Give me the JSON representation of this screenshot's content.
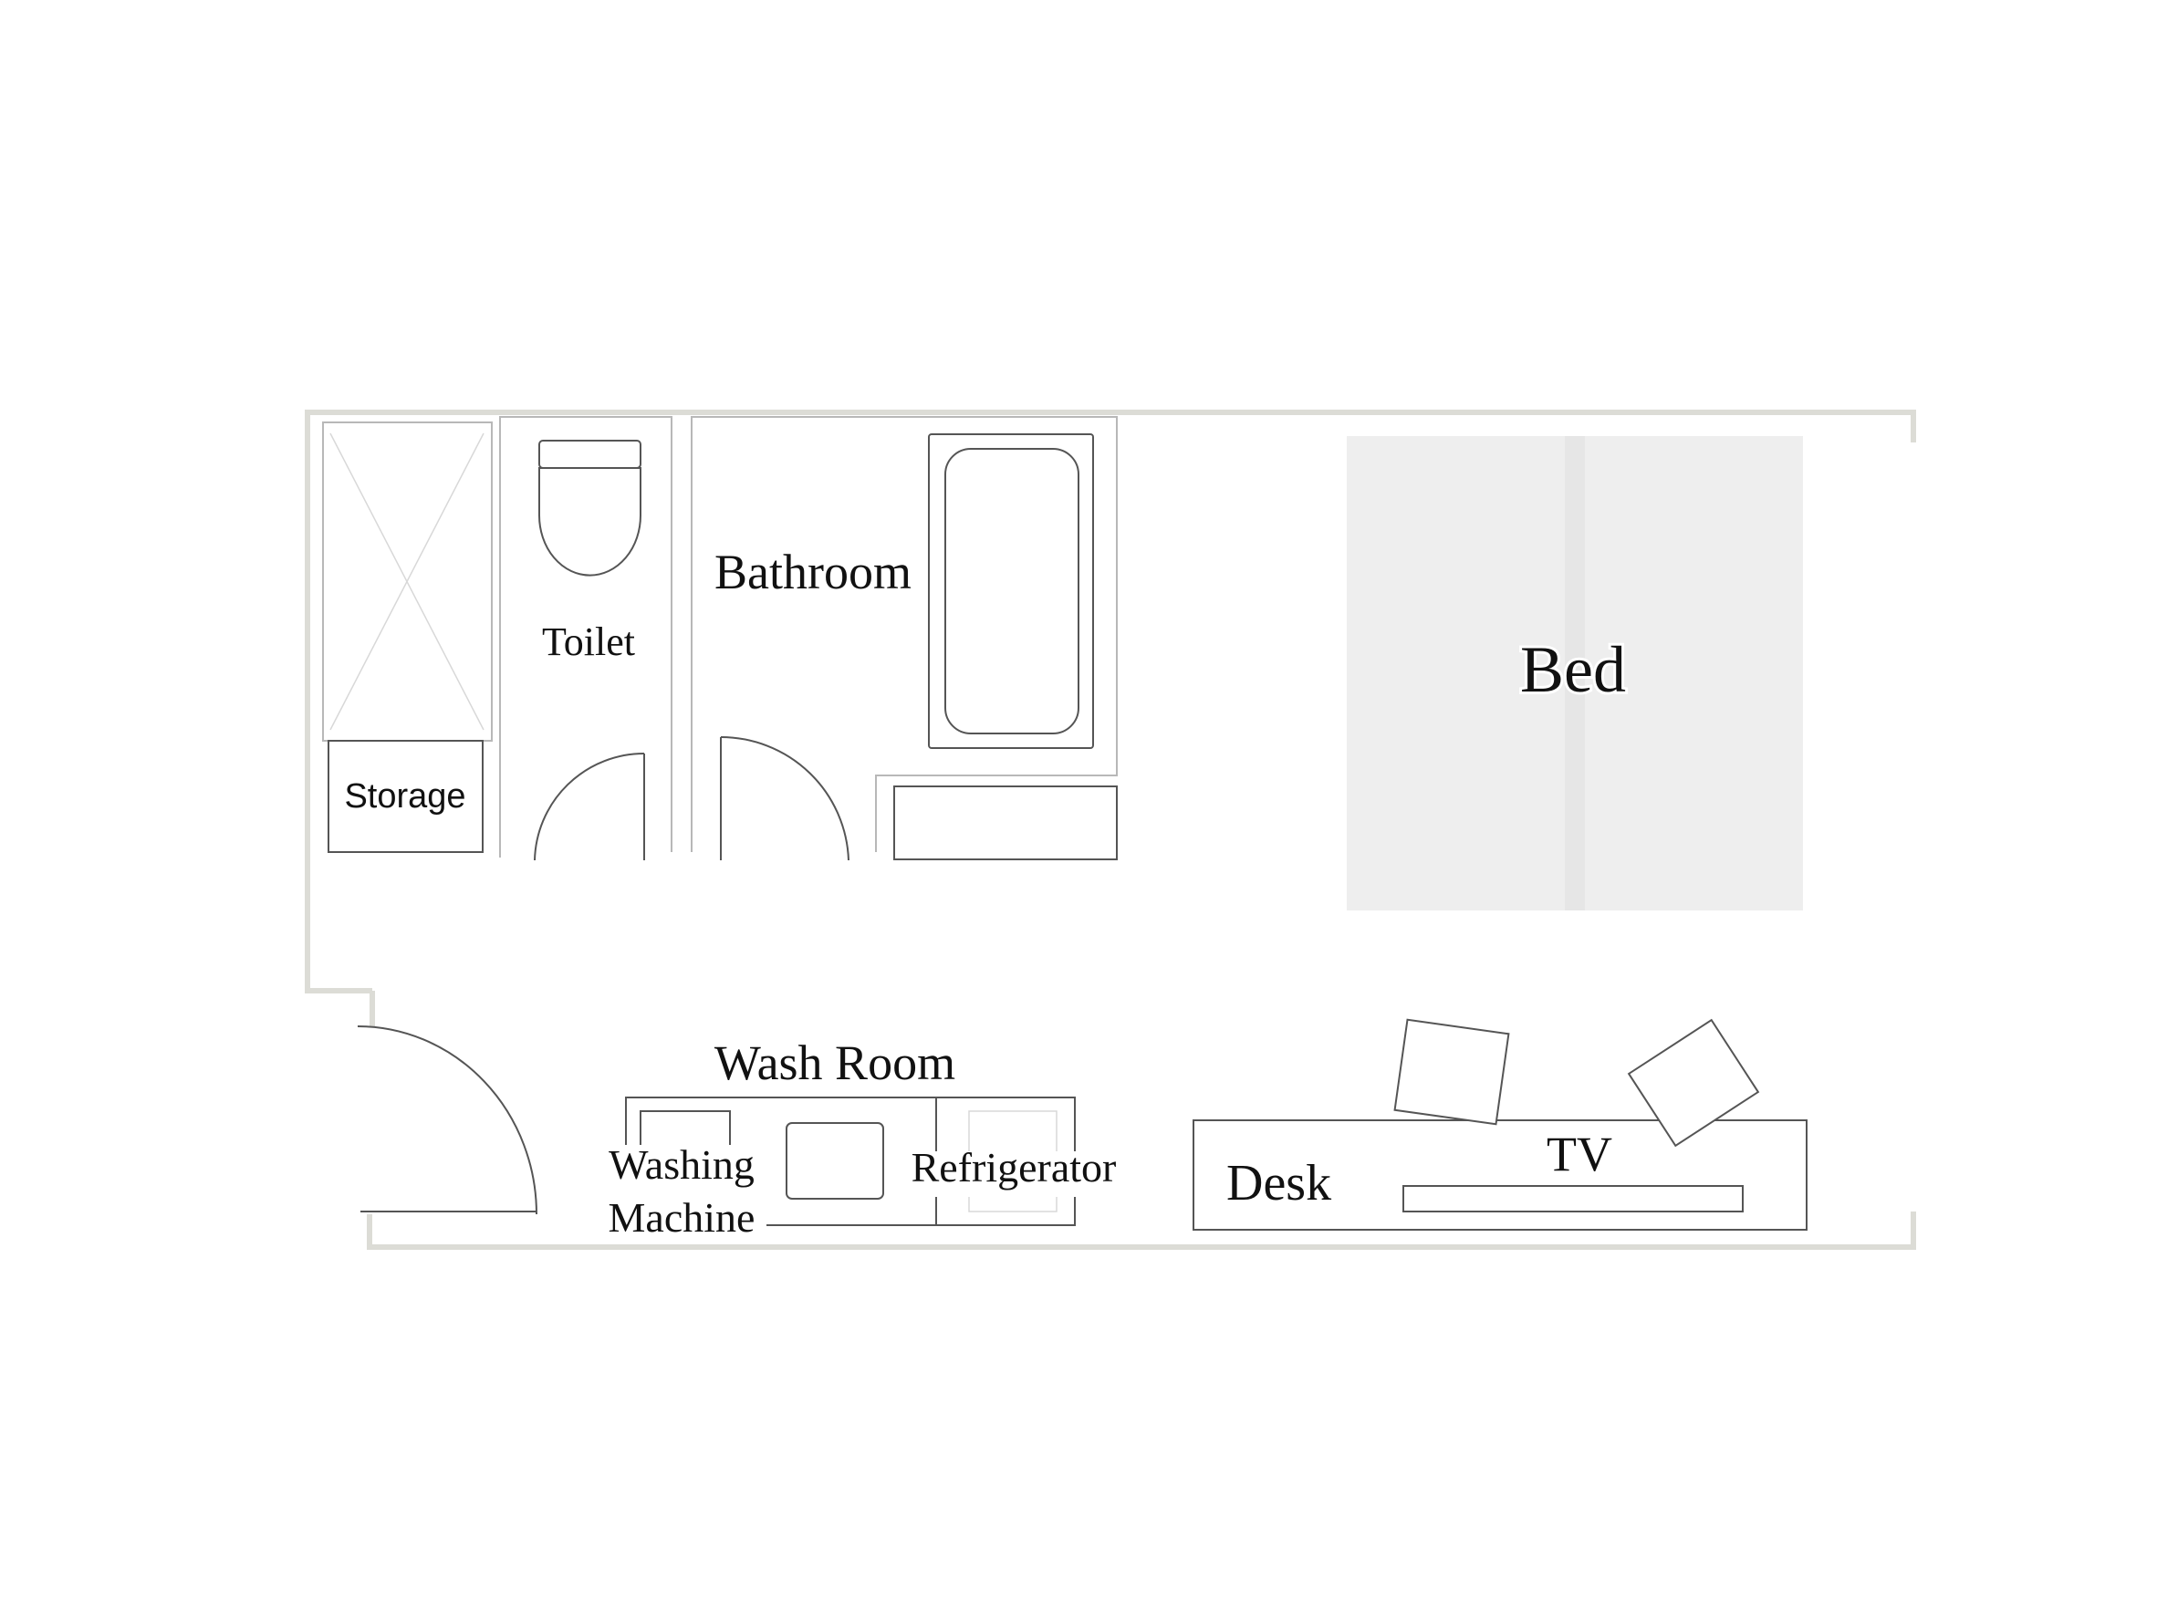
{
  "floor_plan": {
    "rooms": {
      "toilet": "Toilet",
      "bathroom": "Bathroom",
      "storage": "Storage",
      "wash_room": "Wash Room",
      "bed": "Bed",
      "desk": "Desk",
      "tv": "TV"
    },
    "fixtures": {
      "washing_machine_line1": "Washing",
      "washing_machine_line2": "Machine",
      "refrigerator": "Refrigerator"
    },
    "colors": {
      "wall": "#dcdcd6",
      "bed_fill": "#eeeeee",
      "fixture_line": "#555555",
      "text": "#111111"
    }
  }
}
